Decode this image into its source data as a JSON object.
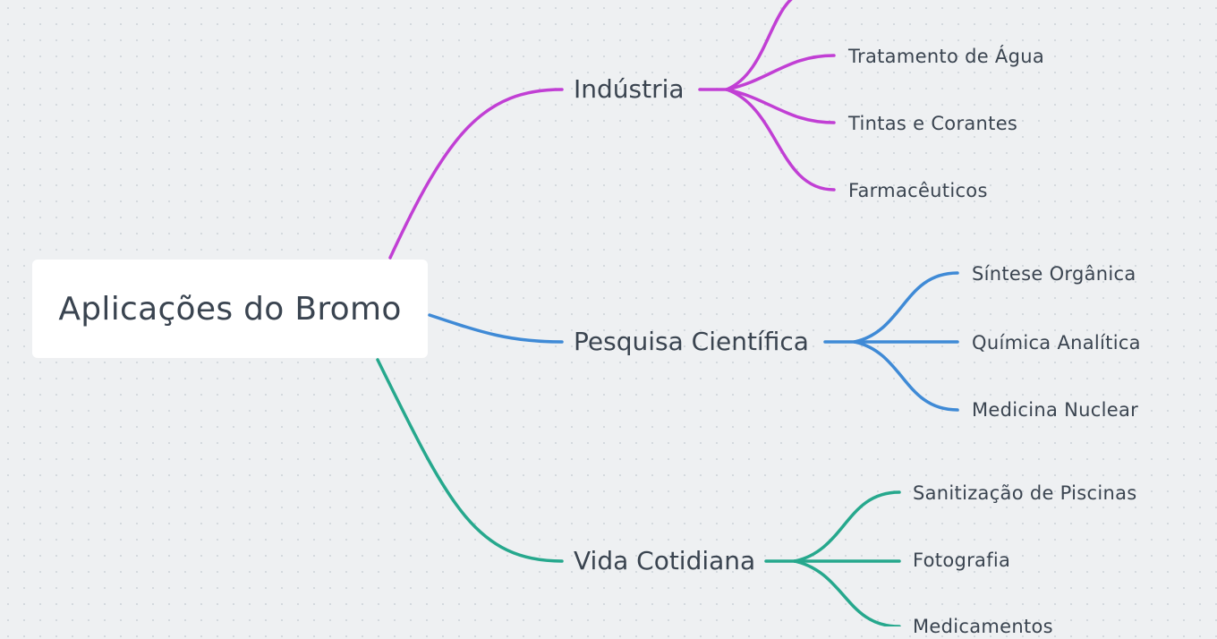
{
  "root": {
    "label": "Aplicações do Bromo"
  },
  "branches": [
    {
      "label": "Indústria",
      "color": "#c13fd4",
      "children": [
        "Tratamento de Água",
        "Tintas e Corantes",
        "Farmacêuticos"
      ]
    },
    {
      "label": "Pesquisa Científica",
      "color": "#3f8ad6",
      "children": [
        "Síntese Orgânica",
        "Química Analítica",
        "Medicina Nuclear"
      ]
    },
    {
      "label": "Vida Cotidiana",
      "color": "#26a88d",
      "children": [
        "Sanitização de Piscinas",
        "Fotografia",
        "Medicamentos"
      ]
    }
  ]
}
